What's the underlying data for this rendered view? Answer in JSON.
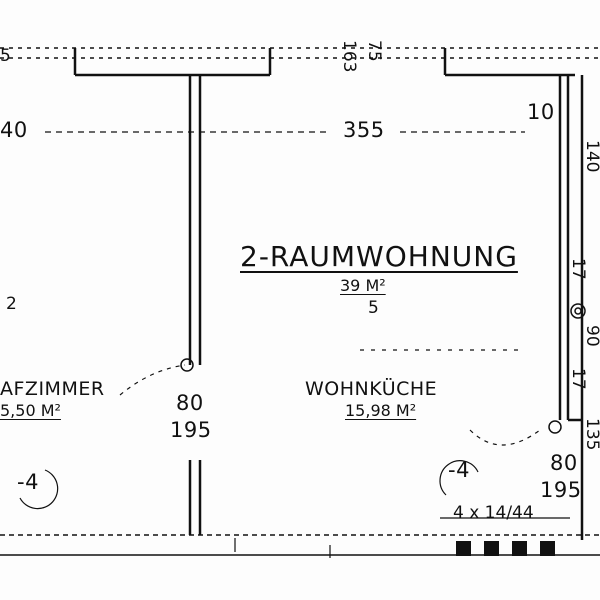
{
  "plan": {
    "apartment_title": "2-RAUMWOHNUNG",
    "apartment_area": "39 M²",
    "rooms": [
      {
        "name": "AFZIMMER",
        "area": "5,50 M²",
        "label_marker": "2",
        "level": "-4"
      },
      {
        "name": "WOHNKÜCHE",
        "area": "15,98 M²",
        "label_marker": "5",
        "level": "-4"
      }
    ],
    "dimensions": {
      "left_width": "40",
      "main_width": "355",
      "right_small": "10",
      "door_left_width": "80",
      "door_left_height": "195",
      "door_right_width": "80",
      "door_right_height": "195",
      "window_top_1": "163",
      "window_top_2": "75",
      "top_left_edge": "5",
      "right_edge_1": "17",
      "right_edge_2": "17",
      "right_edge_3": "135",
      "right_edge_top": "140",
      "right_edge_mid": "90",
      "stair_note": "4 x 14/44"
    }
  }
}
